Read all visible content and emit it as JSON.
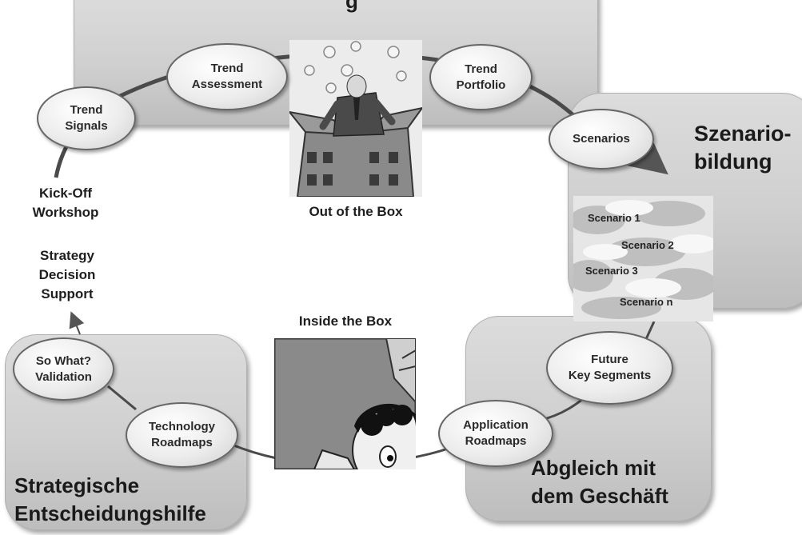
{
  "top_panel": {
    "title_fragment": "g"
  },
  "nodes": {
    "trend_signals": "Trend\nSignals",
    "trend_assessment": "Trend\nAssessment",
    "trend_portfolio": "Trend\nPortfolio",
    "scenarios": "Scenarios",
    "future_key_segments": "Future\nKey Segments",
    "application_roadmaps": "Application\nRoadmaps",
    "technology_roadmaps": "Technology\nRoadmaps",
    "so_what_validation": "So What?\nValidation"
  },
  "labels": {
    "kickoff": "Kick-Off\nWorkshop",
    "strategy_support": "Strategy\nDecision\nSupport",
    "out_of_box": "Out of the Box",
    "inside_box": "Inside the Box"
  },
  "sections": {
    "szenariobildung": "Szenario-\nbildung",
    "abgleich": "Abgleich mit\ndem Geschäft",
    "strategische": "Strategische\nEntscheidungshilfe"
  },
  "scenario_image": {
    "items": [
      "Scenario 1",
      "Scenario 2",
      "Scenario 3",
      "Scenario n"
    ]
  }
}
